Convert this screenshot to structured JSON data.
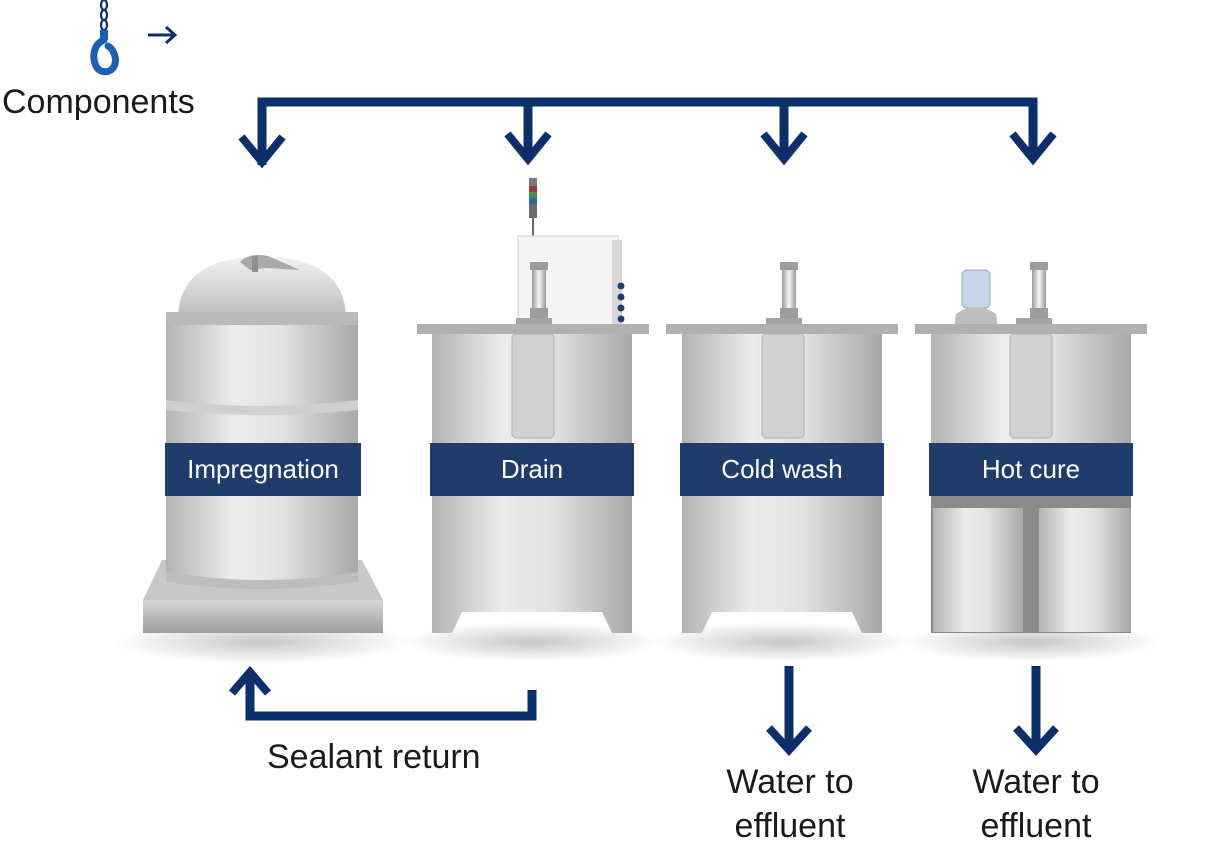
{
  "components_label": "Components",
  "stations": [
    {
      "label": "Impregnation"
    },
    {
      "label": "Drain"
    },
    {
      "label": "Cold wash"
    },
    {
      "label": "Hot cure"
    }
  ],
  "sealant_return_label": "Sealant return",
  "outputs": [
    {
      "line1": "Water to",
      "line2": "effluent"
    },
    {
      "line1": "Water to",
      "line2": "effluent"
    }
  ],
  "colors": {
    "flow": "#0b2f6b",
    "band": "#203c6c",
    "band_text": "#ffffff",
    "text": "#1a1a1a",
    "hook": "#1a5fb4",
    "steel_light": "#e6e6e6",
    "steel_dark": "#a9a9a9"
  },
  "icons": [
    "hook-icon",
    "chain-icon",
    "arrow-right-icon",
    "stack-light-icon",
    "sight-glass-icon"
  ]
}
